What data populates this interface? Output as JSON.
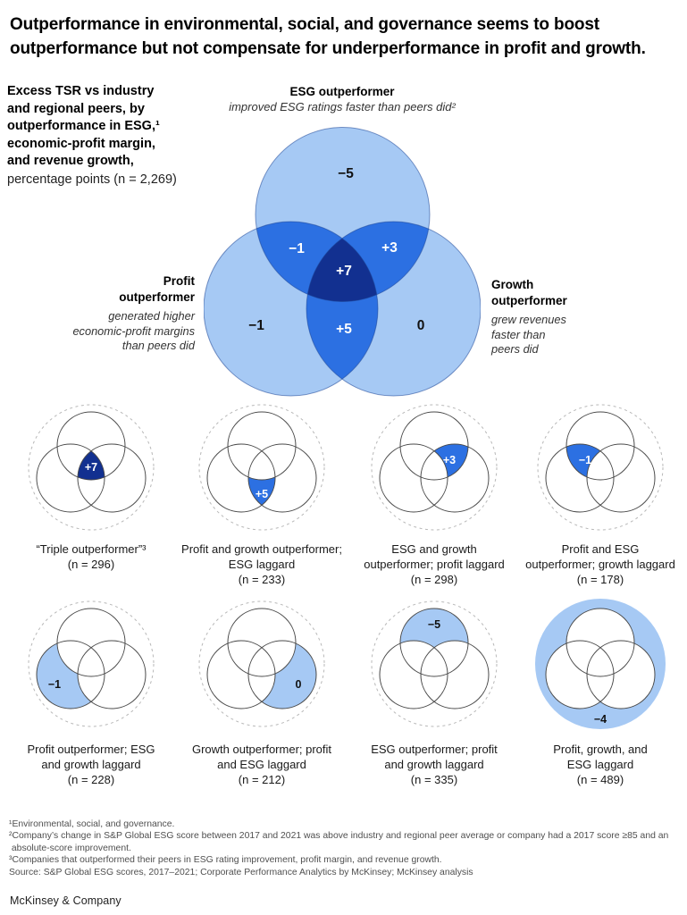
{
  "colors": {
    "light_blue": "#A6C9F4",
    "medium_blue": "#2C70E2",
    "dark_blue": "#123090"
  },
  "title": "Outperformance in environmental, social, and governance seems to boost\noutperformance but not compensate for underperformance in profit and growth.",
  "measure_block": {
    "bold": "Excess TSR vs industry\nand regional peers, by\noutperformance in ESG,¹\neconomic-profit margin,\nand revenue growth,",
    "regular": "percentage points (n = 2,269)"
  },
  "main_venn": {
    "esg_label": "ESG outperformer",
    "esg_sub": "improved ESG ratings faster than peers did²",
    "profit_label": "Profit\noutperformer",
    "profit_sub": "generated higher\neconomic-profit margins\nthan peers did",
    "growth_label": "Growth\noutperformer",
    "growth_sub": "grew revenues\nfaster than\npeers did",
    "values": {
      "esg_only": "−5",
      "profit_only": "−1",
      "growth_only": "0",
      "esg_profit": "−1",
      "esg_growth": "+3",
      "profit_growth": "+5",
      "all": "+7"
    }
  },
  "small_venns": [
    {
      "value": "+7",
      "caption": "“Triple outperformer”³\n(n = 296)"
    },
    {
      "value": "+5",
      "caption": "Profit and growth outperformer;\nESG laggard\n(n = 233)"
    },
    {
      "value": "+3",
      "caption": "ESG and growth\noutperformer; profit laggard\n(n = 298)"
    },
    {
      "value": "−1",
      "caption": "Profit and ESG\noutperformer; growth laggard\n(n = 178)"
    },
    {
      "value": "−1",
      "caption": "Profit outperformer; ESG\nand growth laggard\n(n = 228)"
    },
    {
      "value": "0",
      "caption": "Growth outperformer; profit\nand ESG laggard\n(n = 212)"
    },
    {
      "value": "−5",
      "caption": "ESG outperformer; profit\nand growth laggard\n(n = 335)"
    },
    {
      "value": "−4",
      "caption": "Profit, growth, and\nESG laggard\n(n = 489)"
    }
  ],
  "footnotes": [
    "¹Environmental, social, and governance.",
    "²Company’s change in S&P Global ESG score between 2017 and 2021 was above industry and regional peer average or company had a 2017 score ≥85 and an\n absolute-score improvement.",
    "³Companies that outperformed their peers in ESG rating improvement, profit margin, and revenue growth.",
    "Source: S&P Global ESG scores, 2017–2021; Corporate Performance Analytics by McKinsey; McKinsey analysis"
  ],
  "logo": "McKinsey & Company",
  "chart_data": {
    "type": "venn",
    "title": "Outperformance in environmental, social, and governance seems to boost outperformance but not compensate for underperformance in profit and growth.",
    "measure": "Excess TSR vs industry and regional peers, by outperformance in ESG, economic-profit margin, and revenue growth, percentage points",
    "n_total": 2269,
    "sets": [
      {
        "name": "ESG outperformer",
        "description": "improved ESG ratings faster than peers did"
      },
      {
        "name": "Profit outperformer",
        "description": "generated higher economic-profit margins than peers did"
      },
      {
        "name": "Growth outperformer",
        "description": "grew revenues faster than peers did"
      }
    ],
    "regions": [
      {
        "label": "ESG, profit, and growth outperformer (“Triple outperformer”)",
        "excess_tsr": 7,
        "n": 296
      },
      {
        "label": "Profit and growth outperformer; ESG laggard",
        "excess_tsr": 5,
        "n": 233
      },
      {
        "label": "ESG and growth outperformer; profit laggard",
        "excess_tsr": 3,
        "n": 298
      },
      {
        "label": "Profit and ESG outperformer; growth laggard",
        "excess_tsr": -1,
        "n": 178
      },
      {
        "label": "Profit outperformer; ESG and growth laggard",
        "excess_tsr": -1,
        "n": 228
      },
      {
        "label": "Growth outperformer; profit and ESG laggard",
        "excess_tsr": 0,
        "n": 212
      },
      {
        "label": "ESG outperformer; profit and growth laggard",
        "excess_tsr": -5,
        "n": 335
      },
      {
        "label": "Profit, growth, and ESG laggard",
        "excess_tsr": -4,
        "n": 489
      }
    ]
  }
}
